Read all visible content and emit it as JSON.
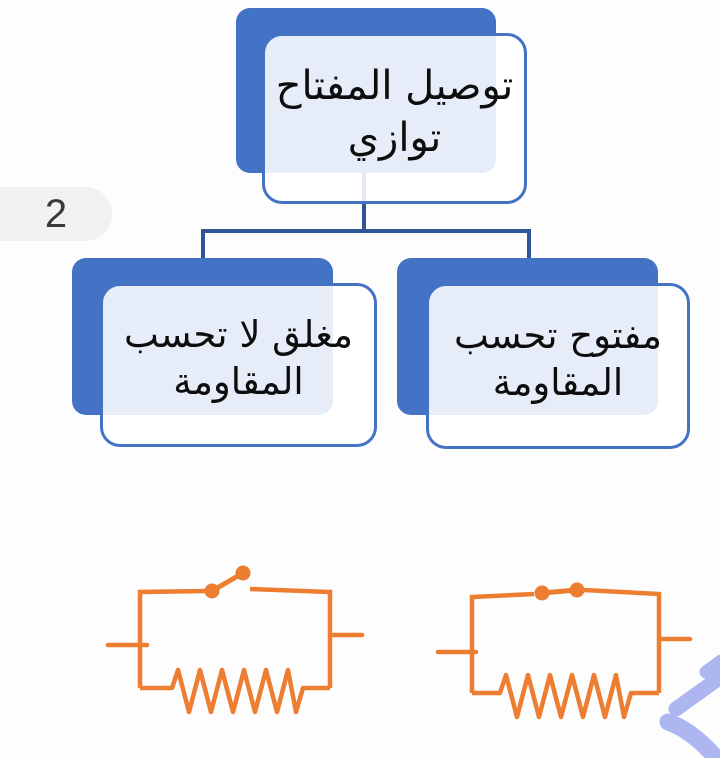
{
  "slide_badge": {
    "label": "2"
  },
  "flowchart": {
    "root": {
      "line1": "توصيل المفتاح",
      "line2": "توازي"
    },
    "children": {
      "closed": {
        "line1": "مغلق لا تحسب",
        "line2": "المقاومة"
      },
      "open": {
        "line1": "مفتوح تحسب",
        "line2": "المقاومة"
      }
    }
  },
  "circuits": {
    "open_switch": {
      "icon": "open-switch-parallel-resistor-circuit"
    },
    "closed_switch": {
      "icon": "closed-switch-parallel-resistor-circuit"
    }
  },
  "colors": {
    "node_blue": "#4472C4",
    "connector_blue": "#2F5597",
    "circuit_orange": "#ED7D31",
    "watermark_purple": "#AEB6F2",
    "badge_bg": "#F1F1F2",
    "text": "#0D0D0D",
    "background": "#FDFDFD"
  }
}
